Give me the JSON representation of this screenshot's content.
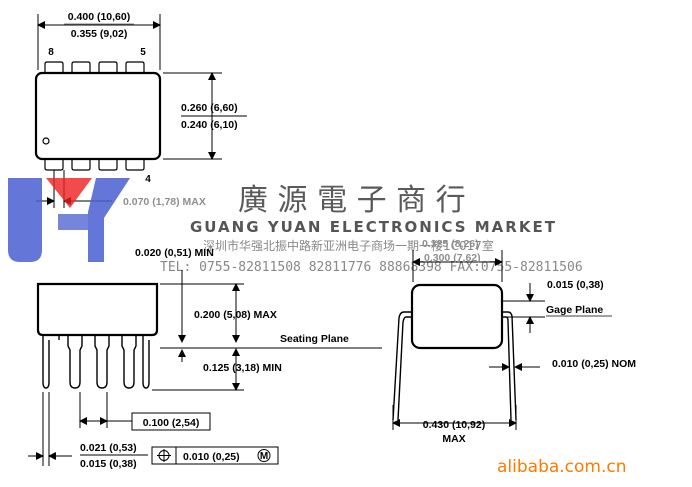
{
  "top_view": {
    "width_max": "0.400 (10,60)",
    "width_min": "0.355 (9,02)",
    "height_max": "0.260 (6,60)",
    "height_min": "0.240 (6,10)",
    "pin_8": "8",
    "pin_5": "5",
    "pin_4": "4",
    "pin_width": "0.070 (1,78) MAX"
  },
  "front_view": {
    "body_height": "0.200 (5,08) MAX",
    "pin_width_max": "0.020 (0,51) MIN",
    "seating_plane": "Seating Plane",
    "lead_length": "0.125 (3,18) MIN",
    "pitch": "0.100 (2,54)",
    "lead_width_max": "0.021 (0,53)",
    "lead_width_min": "0.015 (0,38)",
    "tolerance": "0.010 (0,25)",
    "tolerance_modifier": "M"
  },
  "side_view": {
    "row_max": "0.325 (8,26)",
    "row_min": "0.300 (7,62)",
    "gage_offset": "0.015 (0,38)",
    "gage_plane": "Gage Plane",
    "lead_thickness": "0.010 (0,25) NOM",
    "spread": "0.430 (10,92)",
    "spread_suffix": "MAX"
  },
  "watermark": {
    "company_cn": "廣 源 電 子 商 行",
    "company_en": "GUANG YUAN ELECTRONICS MARKET",
    "address": "深圳市华强北振中路新亚洲电子商场一期一楼1C017室",
    "phone": "TEL: 0755-82811508  82811776  88868398  FAX:0755-82811506",
    "logo_colors": [
      "#4a5fd0",
      "#ef2020"
    ]
  },
  "site_watermark": "alibaba.com.cn"
}
